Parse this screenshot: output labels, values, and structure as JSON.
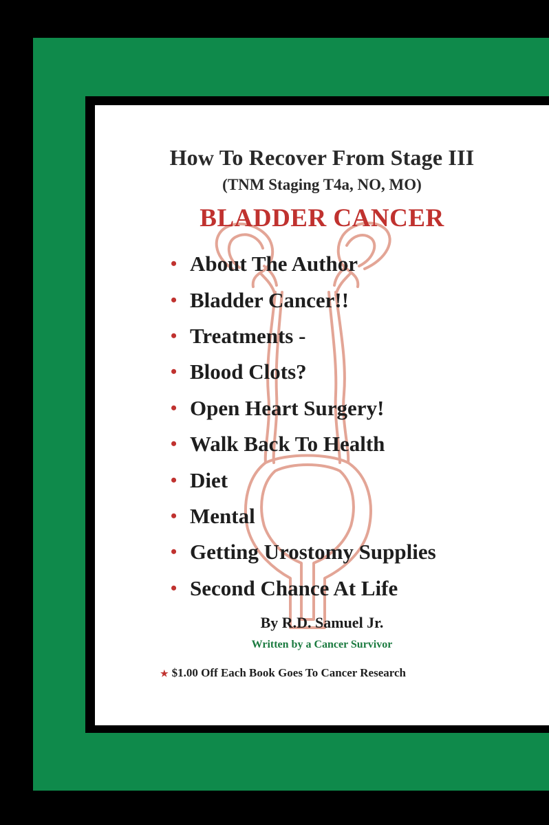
{
  "cover": {
    "title": "How To Recover From Stage III",
    "subtitle": "(TNM Staging T4a, NO, MO)",
    "headline": "BLADDER CANCER",
    "topics": [
      "About The Author",
      "Bladder Cancer!!",
      "Treatments -",
      "Blood Clots?",
      "Open Heart Surgery!",
      "Walk Back To Health",
      "Diet",
      "Mental",
      "Getting Urostomy Supplies",
      "Second Chance At Life"
    ],
    "author": "By R.D. Samuel Jr.",
    "tagline": "Written by a Cancer Survivor",
    "donation": "$1.00 Off Each Book Goes To Cancer Research"
  },
  "icons": {
    "bullet": "bullet-dot",
    "donation_marker": "star-icon",
    "illustration": "urinary-tract-illustration"
  },
  "colors": {
    "frame_green": "#0f8a4b",
    "accent_red": "#c0322f",
    "illustration_stroke": "#e3a596",
    "tagline_green": "#1a7a3f",
    "text_dark": "#1e1e1e",
    "background": "#000000",
    "panel": "#ffffff"
  }
}
